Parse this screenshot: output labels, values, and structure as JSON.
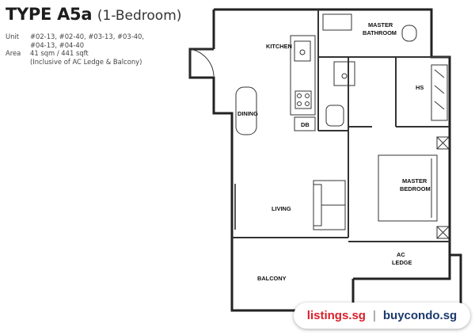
{
  "header": {
    "type_label": "TYPE A5a",
    "subtitle": "(1-Bedroom)",
    "unit_label": "Unit",
    "unit_line1": "#02-13, #02-40, #03-13, #03-40,",
    "unit_line2": "#04-13, #04-40",
    "area_label": "Area",
    "area_value": "41 sqm / 441 sqft",
    "area_note": "(Inclusive of AC Ledge & Balcony)"
  },
  "rooms": {
    "kitchen": "KITCHEN",
    "dining": "DINING",
    "living": "LIVING",
    "balcony": "BALCONY",
    "db": "DB",
    "master_bathroom_1": "MASTER",
    "master_bathroom_2": "BATHROOM",
    "hs": "HS",
    "master_bedroom_1": "MASTER",
    "master_bedroom_2": "BEDROOM",
    "ac_ledge_1": "AC",
    "ac_ledge_2": "LEDGE"
  },
  "watermark": {
    "brand1": "listings.sg",
    "separator": "|",
    "brand2": "buycondo.sg",
    "brand1_color": "#d91e2a",
    "brand2_color": "#1b3a6d"
  }
}
